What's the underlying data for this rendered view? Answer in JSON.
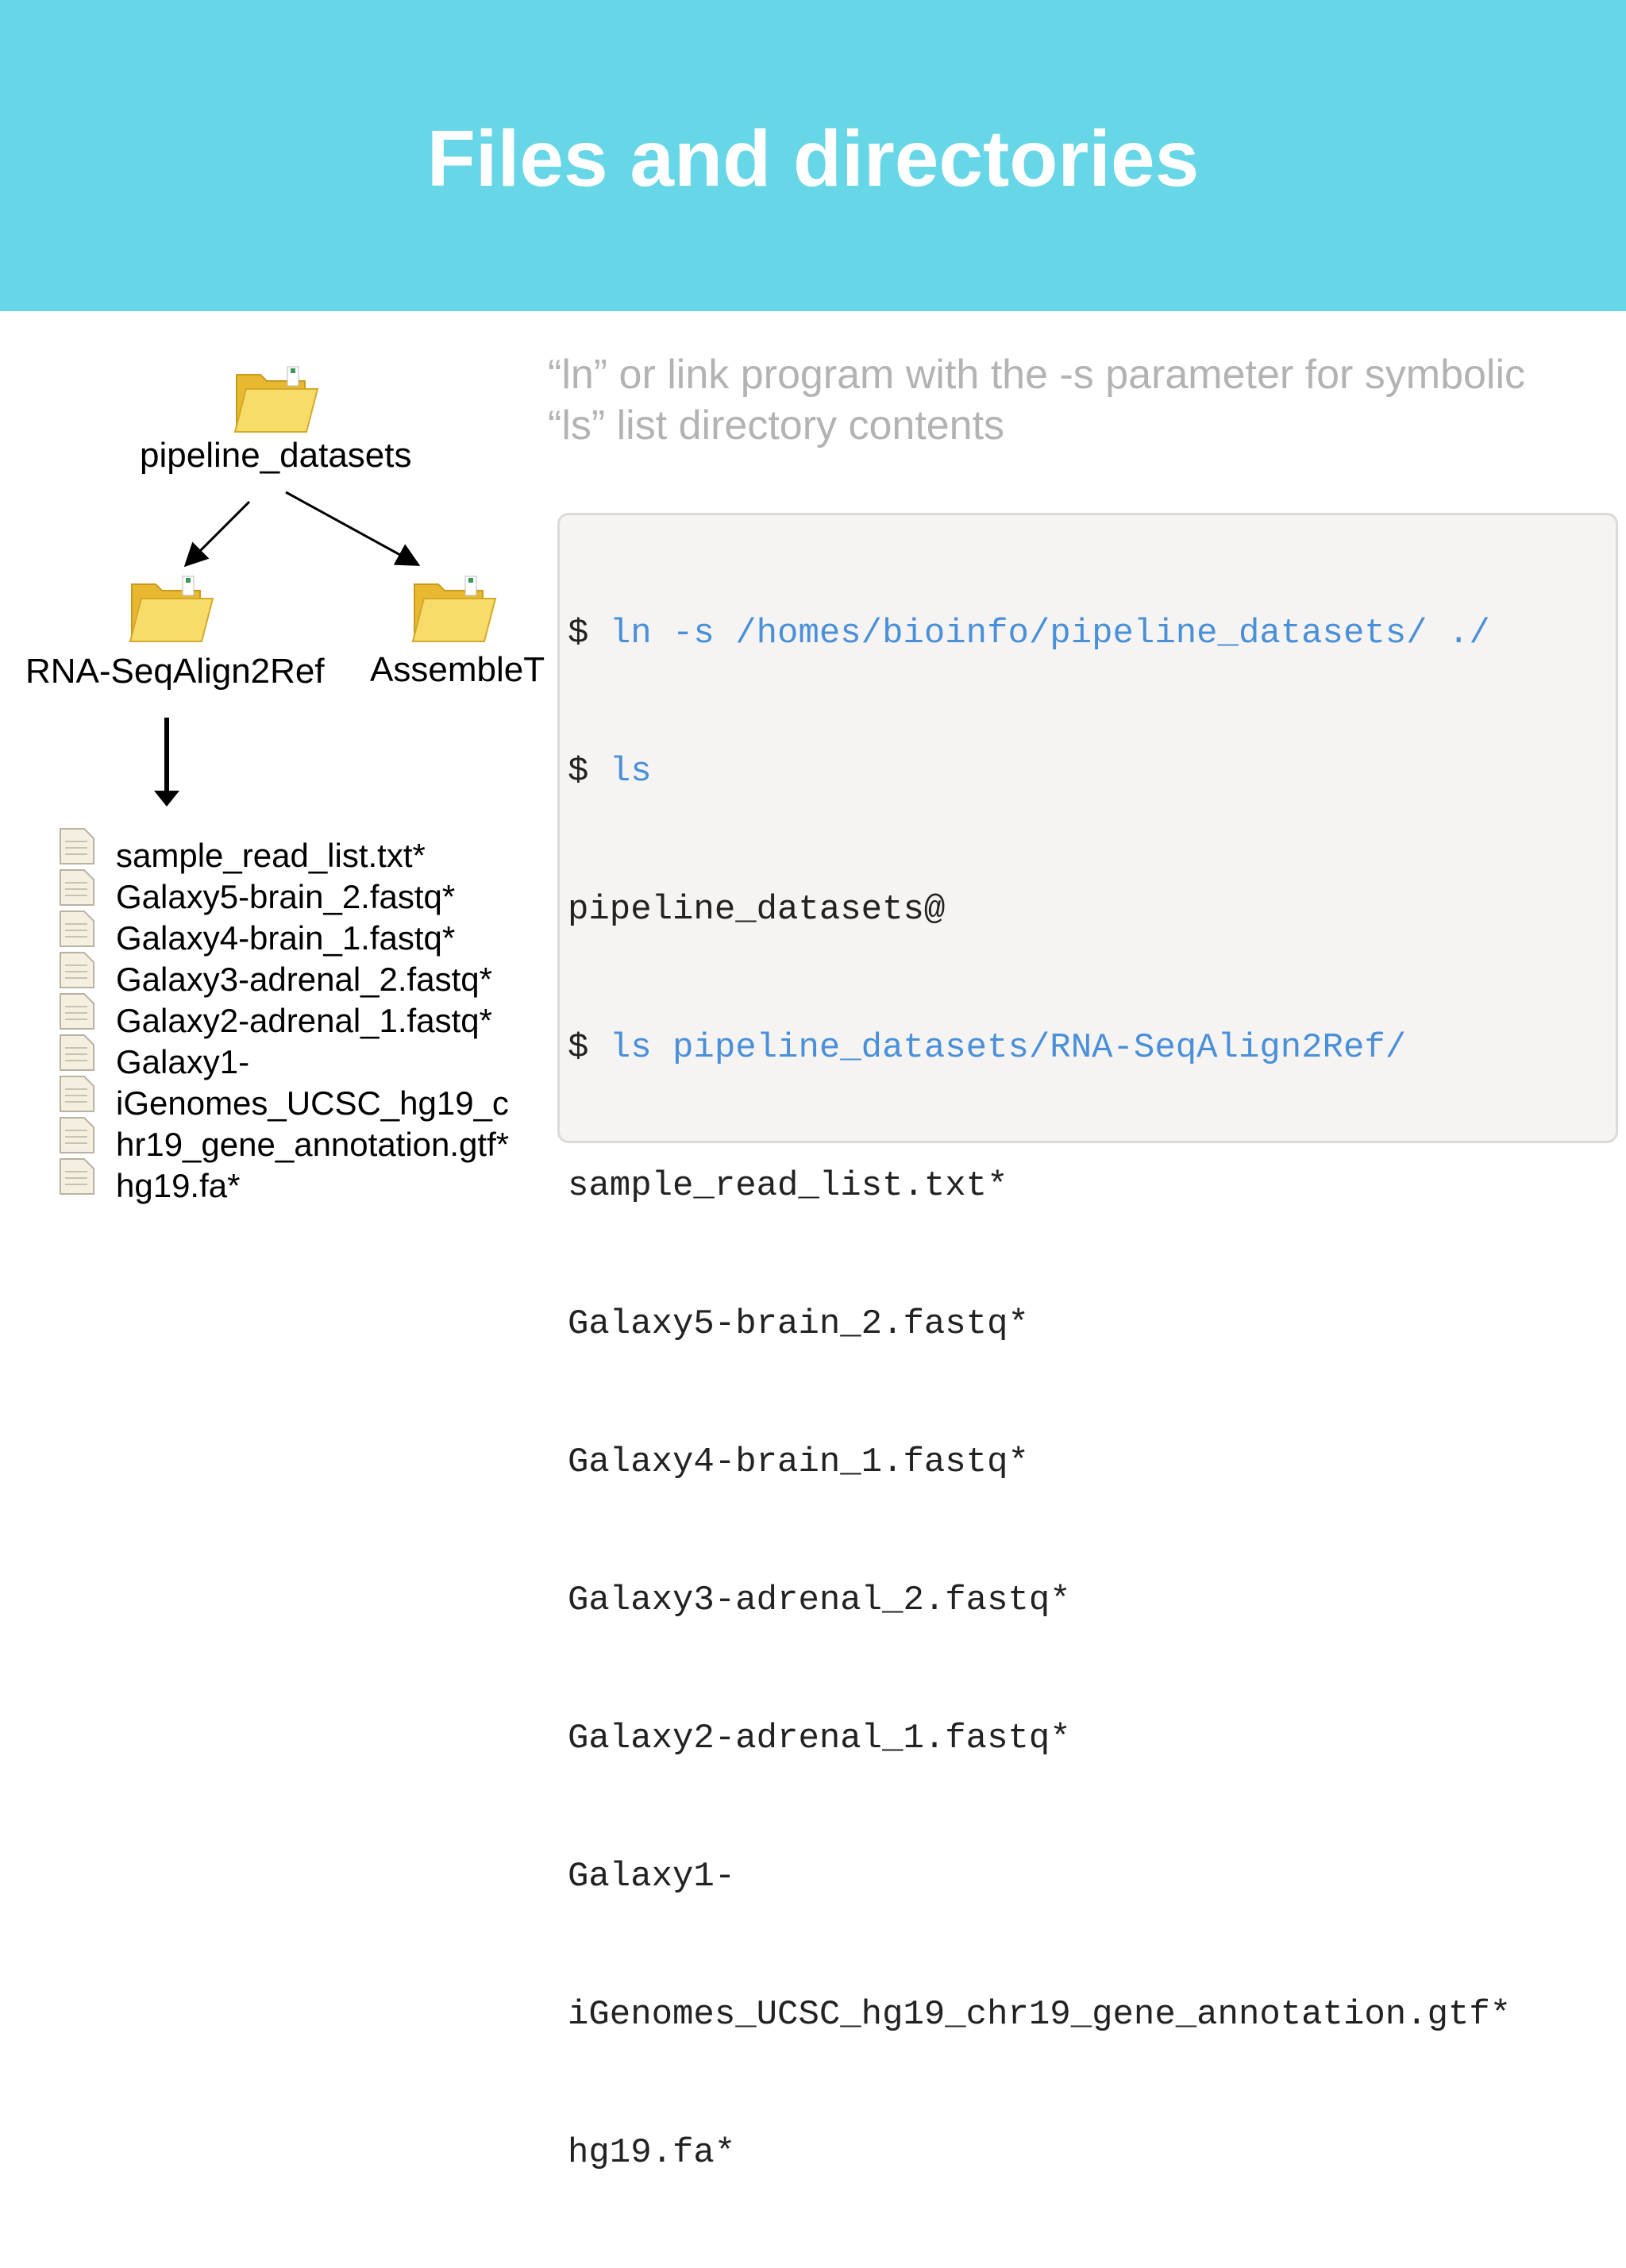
{
  "slide": {
    "title": "Files and directories",
    "notes": [
      "“ln” or link program with the -s parameter for symbolic",
      "“ls” list directory contents"
    ]
  },
  "tree": {
    "root": "pipeline_datasets",
    "children": [
      "RNA-SeqAlign2Ref",
      "AssembleT"
    ],
    "files": [
      "sample_read_list.txt*",
      "Galaxy5-brain_2.fastq*",
      "Galaxy4-brain_1.fastq*",
      "Galaxy3-adrenal_2.fastq*",
      "Galaxy2-adrenal_1.fastq*",
      "Galaxy1-",
      "iGenomes_UCSC_hg19_c",
      "hr19_gene_annotation.gtf*",
      "hg19.fa*"
    ]
  },
  "terminal": {
    "lines": [
      {
        "prompt": "$ ",
        "command": "ln -s /homes/bioinfo/pipeline_datasets/ ./"
      },
      {
        "prompt": "$ ",
        "command": "ls"
      },
      {
        "prompt": "",
        "output": "pipeline_datasets@"
      },
      {
        "prompt": "$ ",
        "command": "ls pipeline_datasets/RNA-SeqAlign2Ref/"
      },
      {
        "prompt": "",
        "output": "sample_read_list.txt*"
      },
      {
        "prompt": "",
        "output": "Galaxy5-brain_2.fastq*"
      },
      {
        "prompt": "",
        "output": "Galaxy4-brain_1.fastq*"
      },
      {
        "prompt": "",
        "output": "Galaxy3-adrenal_2.fastq*"
      },
      {
        "prompt": "",
        "output": "Galaxy2-adrenal_1.fastq*"
      },
      {
        "prompt": "",
        "output": "Galaxy1-"
      },
      {
        "prompt": "",
        "output": "iGenomes_UCSC_hg19_chr19_gene_annotation.gtf*"
      },
      {
        "prompt": "",
        "output": "hg19.fa*"
      }
    ]
  },
  "colors": {
    "header": "#67d6e6",
    "command": "#4a90d9",
    "note": "#b3b3b3",
    "folder": "#f6d55c"
  }
}
